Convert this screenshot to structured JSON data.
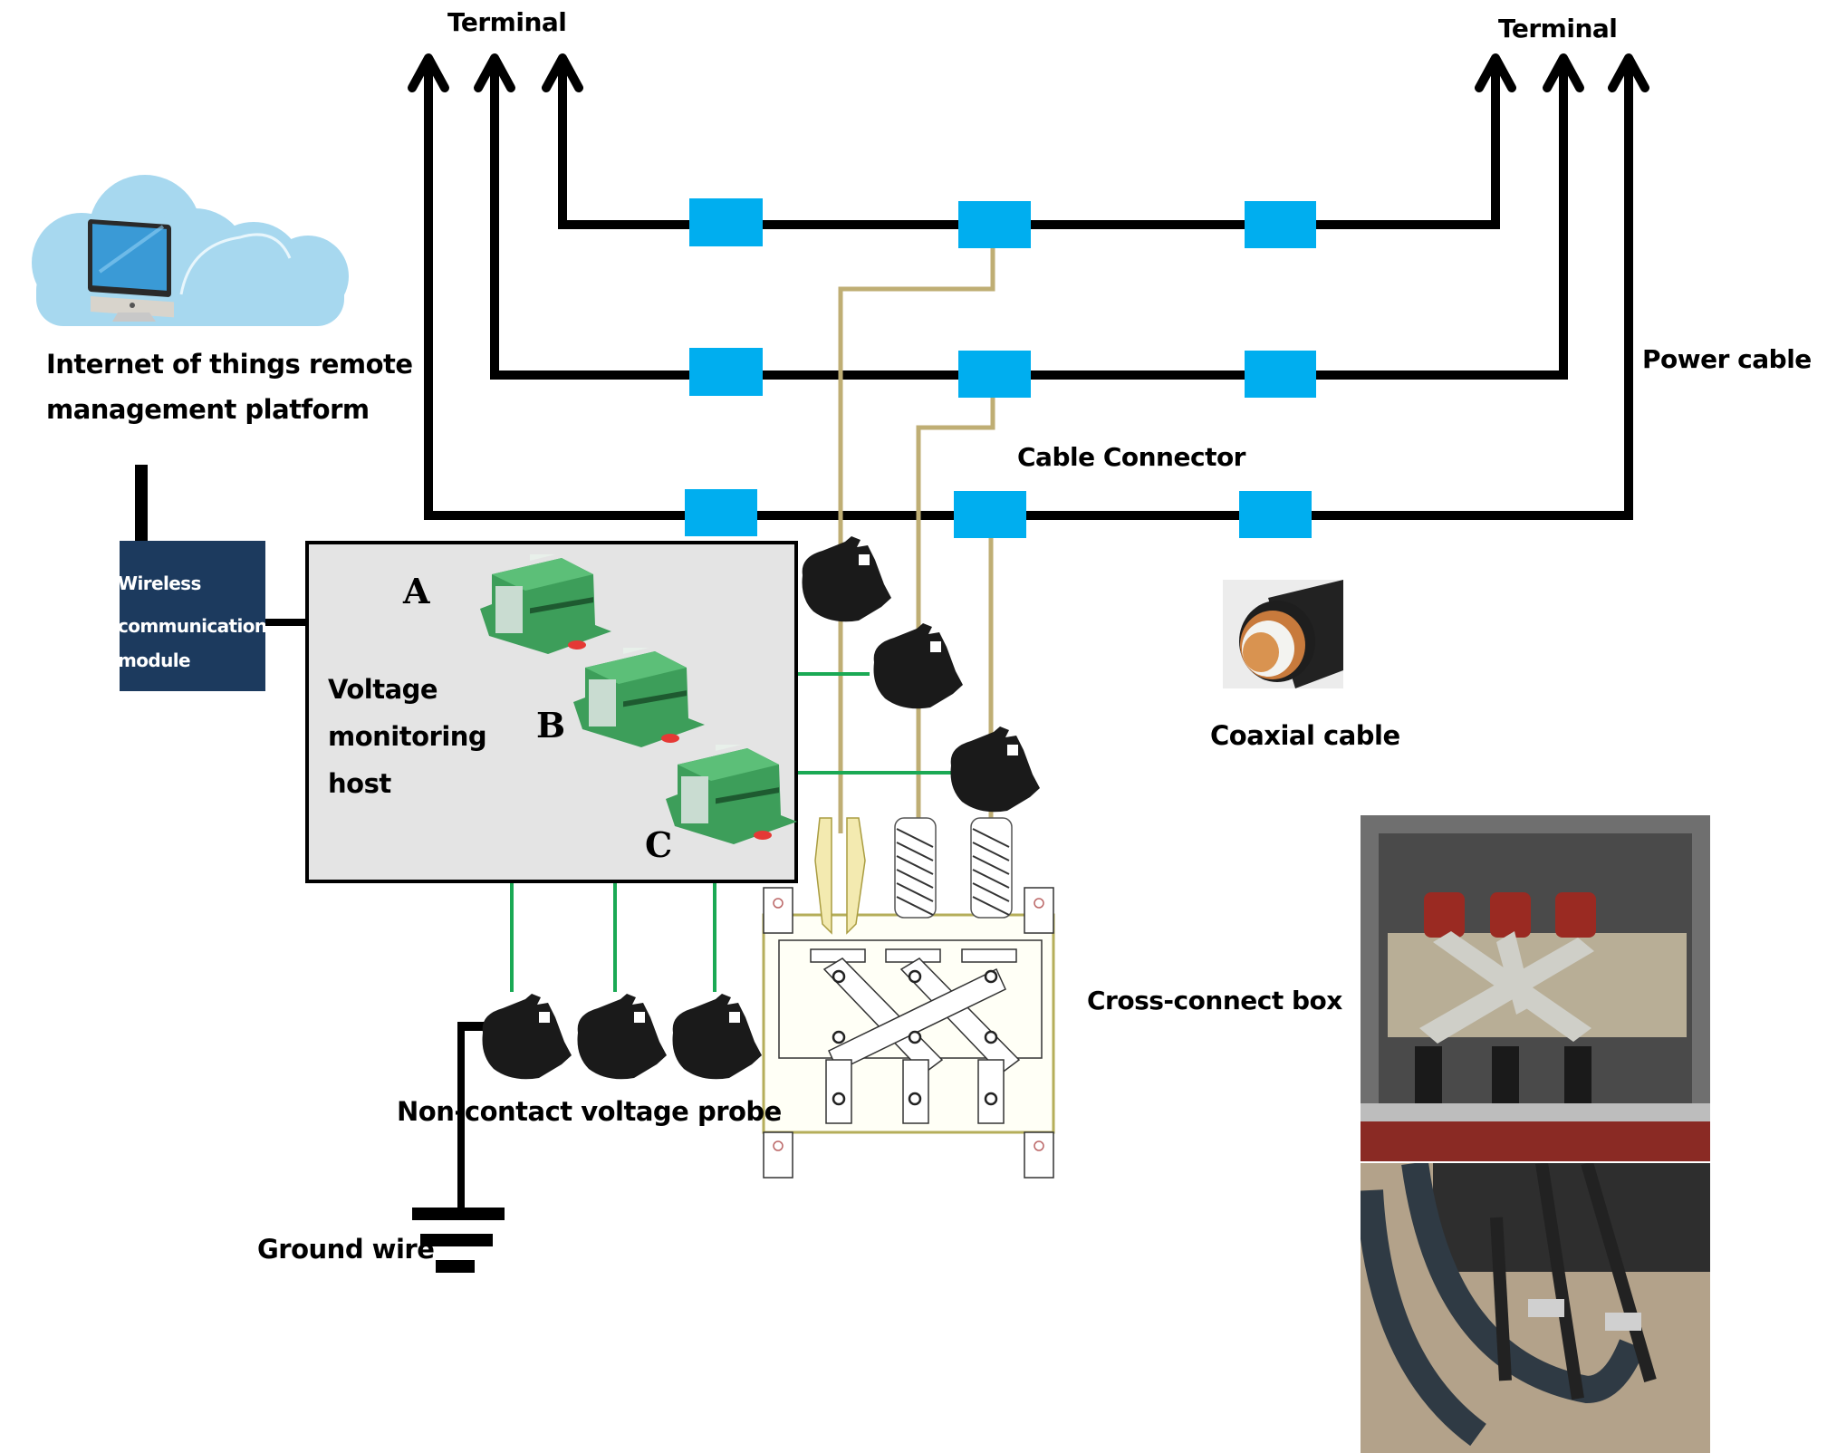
{
  "title": "IoT non-contact voltage monitoring system for cable cross-connect box",
  "labels": {
    "terminal_left": "Terminal",
    "terminal_right": "Terminal",
    "iot_platform_line1": "Internet of things remote",
    "iot_platform_line2": "management platform",
    "power_cable": "Power cable",
    "cable_connector": "Cable Connector",
    "coaxial_cable": "Coaxial cable",
    "cross_connect_box": "Cross-connect box",
    "non_contact_probe": "Non-contact voltage probe",
    "ground_wire": "Ground wire",
    "wireless_line1": "Wireless",
    "wireless_line2": "communication",
    "wireless_line3": "module",
    "host_line1": "Voltage",
    "host_line2": "monitoring",
    "host_line3": "host"
  },
  "phases": [
    {
      "id": "A",
      "label": "A"
    },
    {
      "id": "B",
      "label": "B"
    },
    {
      "id": "C",
      "label": "C"
    }
  ],
  "icons": {
    "cloud": "cloud-computer-icon",
    "monitor_module": "din-rail-module-icon",
    "probe": "clamp-probe-icon",
    "ground": "ground-symbol-icon",
    "coax": "coaxial-cable-photo",
    "box_photo_top": "cross-connect-box-photo",
    "box_photo_bottom": "cable-hoses-photo"
  },
  "colors": {
    "power_line": "#000000",
    "connector": "#00aeef",
    "coax_wire": "#bfae74",
    "signal_wire": "#1aa954",
    "wireless_bg": "#1c3a5e",
    "host_bg": "#e4e4e4",
    "cloud": "#a7d8ef",
    "module": "#3d9e5a"
  }
}
